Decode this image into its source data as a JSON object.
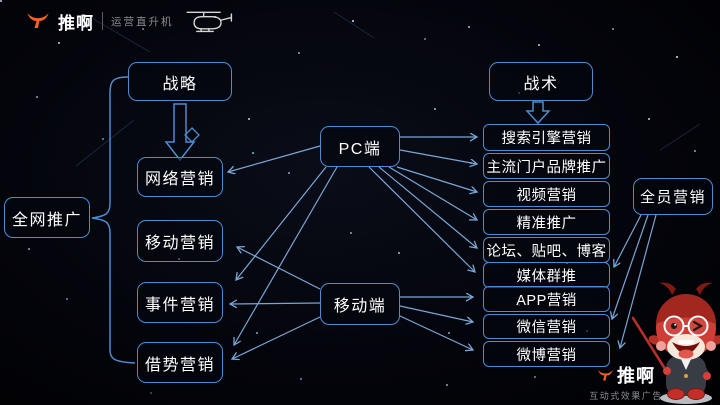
{
  "header": {
    "brand": "推啊",
    "tagline": "运营直升机"
  },
  "footer": {
    "brand": "推啊",
    "tagline": "互动式效果广告"
  },
  "colors": {
    "background": "#04050c",
    "box_border": "#4e8bd0",
    "arrow": "#7aa6d6",
    "text": "#ffffff",
    "brand_orange": "#f4641e",
    "tagline_gray": "#8a8f94",
    "mascot_red": "#ce3d36"
  },
  "diagram": {
    "nodes": {
      "strategy": {
        "label": "战略"
      },
      "tactics": {
        "label": "战术"
      },
      "full_network_promotion": {
        "label": "全网推广"
      },
      "network_marketing": {
        "label": "网络营销"
      },
      "mobile_marketing": {
        "label": "移动营销"
      },
      "event_marketing": {
        "label": "事件营销"
      },
      "leverage_marketing": {
        "label": "借势营销"
      },
      "pc_side": {
        "label": "PC端"
      },
      "mobile_side": {
        "label": "移动端"
      },
      "all_staff_marketing": {
        "label": "全员营销"
      },
      "search_engine_marketing": {
        "label": "搜索引擎营销"
      },
      "portal_brand_promotion": {
        "label": "主流门户品牌推广"
      },
      "video_marketing": {
        "label": "视频营销"
      },
      "precision_promotion": {
        "label": "精准推广"
      },
      "forum_tieba_blog": {
        "label": "论坛、贴吧、博客"
      },
      "media_group_push": {
        "label": "媒体群推"
      },
      "app_marketing": {
        "label": "APP营销"
      },
      "wechat_marketing": {
        "label": "微信营销"
      },
      "weibo_marketing": {
        "label": "微博营销"
      }
    },
    "connections": {
      "block_arrows": [
        {
          "from": "战略",
          "to": "网络营销"
        },
        {
          "from": "战术",
          "to": "搜索引擎营销"
        }
      ],
      "brace": {
        "points_to": "全网推广",
        "spans_from": "战略",
        "spans_to": "借势营销"
      },
      "arrows": [
        {
          "from": "PC端",
          "to": "网络营销"
        },
        {
          "from": "PC端",
          "to": "事件营销"
        },
        {
          "from": "PC端",
          "to": "借势营销"
        },
        {
          "from": "移动端",
          "to": "移动营销"
        },
        {
          "from": "移动端",
          "to": "事件营销"
        },
        {
          "from": "移动端",
          "to": "借势营销"
        },
        {
          "from": "PC端",
          "to": "搜索引擎营销"
        },
        {
          "from": "PC端",
          "to": "主流门户品牌推广"
        },
        {
          "from": "PC端",
          "to": "视频营销"
        },
        {
          "from": "PC端",
          "to": "精准推广"
        },
        {
          "from": "PC端",
          "to": "论坛、贴吧、博客"
        },
        {
          "from": "PC端",
          "to": "媒体群推"
        },
        {
          "from": "移动端",
          "to": "APP营销"
        },
        {
          "from": "移动端",
          "to": "微信营销"
        },
        {
          "from": "移动端",
          "to": "微博营销"
        },
        {
          "from": "全员营销",
          "to": "媒体群推"
        },
        {
          "from": "全员营销",
          "to": "微信营销"
        },
        {
          "from": "全员营销",
          "to": "微博营销"
        }
      ]
    }
  }
}
